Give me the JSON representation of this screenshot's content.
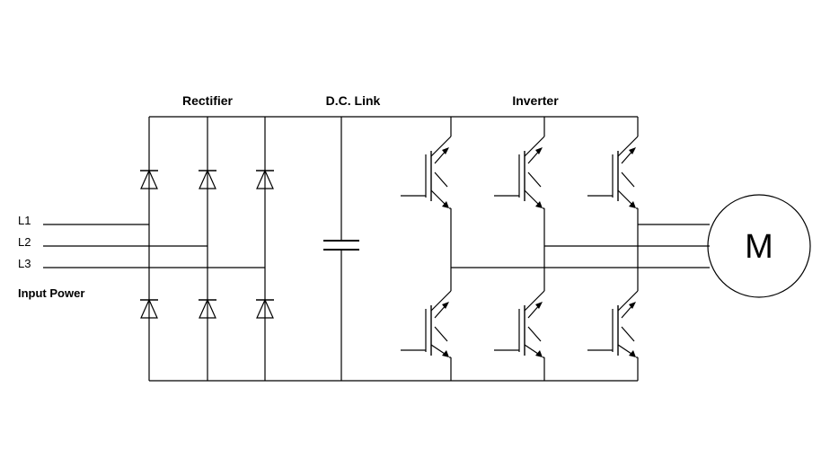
{
  "labels": {
    "rectifier": "Rectifier",
    "dc_link": "D.C. Link",
    "inverter": "Inverter",
    "input_power": "Input Power",
    "motor": "M"
  },
  "phases": [
    "L1",
    "L2",
    "L3"
  ],
  "components": {
    "rectifier_diodes": 6,
    "inverter_transistors": 6,
    "dc_capacitors": 1
  }
}
